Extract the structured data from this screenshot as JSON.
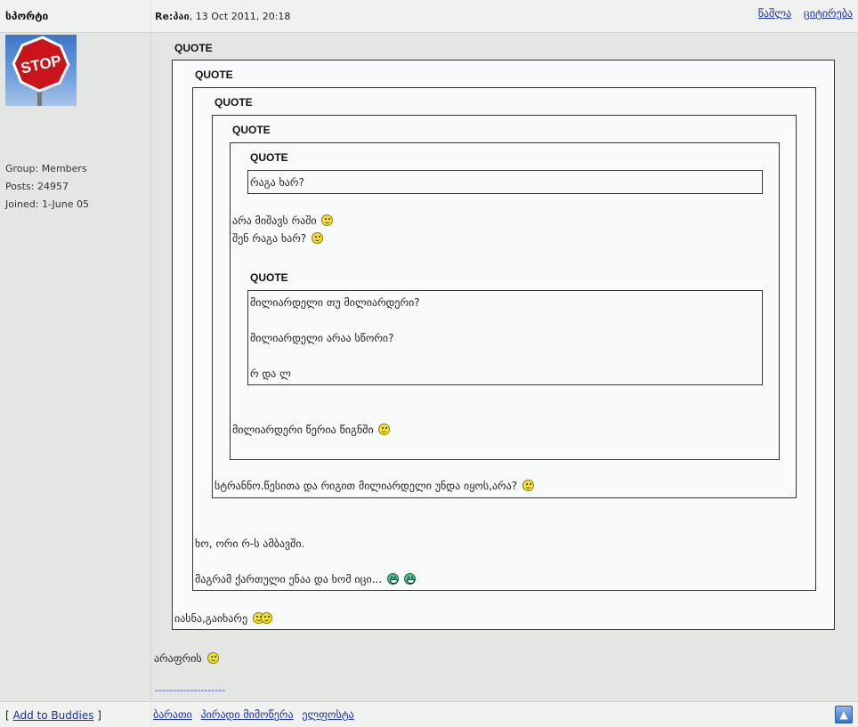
{
  "header": {
    "author": "სპორტი",
    "post_title_prefix": "Re:",
    "post_title_subject": "პაი",
    "post_date": ", 13 Oct 2011, 20:18",
    "delete_link": "წაშლა",
    "quote_link": "ციტირება"
  },
  "sidebar": {
    "avatar_text": "STOP",
    "group": "Group: Members",
    "posts": "Posts: 24957",
    "joined": "Joined: 1-June 05"
  },
  "quotes": {
    "label": "QUOTE",
    "q5_text": "რაგა ხარ?",
    "q4_line1": "არა მიშავს რაში",
    "q4_line2": "შენ რაგა ხარ?",
    "q5b_line1": "მილიარდელი თუ მილიარდერი?",
    "q5b_line2": "მილიარდელი არაა სწორი?",
    "q5b_line3": "რ და ლ",
    "q4_line3": "მილიარდერი წერია წიგნში",
    "q3_text": "სტრანნო.წესითა და რიგით მილიარდელი უნდა იყოს,არა?",
    "q2_line1": "ხო, ორი რ-ს ამბავში.",
    "q2_line2": "მაგრამ ქართული ენაა და ხომ იცი...",
    "q1_text": "იასნა,გაიხარე"
  },
  "post": {
    "reply": "არაფრის",
    "signature": "--------------------"
  },
  "footer": {
    "buddies_open": "[ ",
    "buddies_link": "Add to Buddies",
    "buddies_close": " ]",
    "link_profile": "ბარათი",
    "link_pm": "პირადი მიმოწერა",
    "link_email": "ელფოსტა",
    "top_icon": "▲"
  },
  "colors": {
    "link": "#1a2fa0",
    "background": "#e4e6e4",
    "quote_bg": "#f8fafc"
  }
}
